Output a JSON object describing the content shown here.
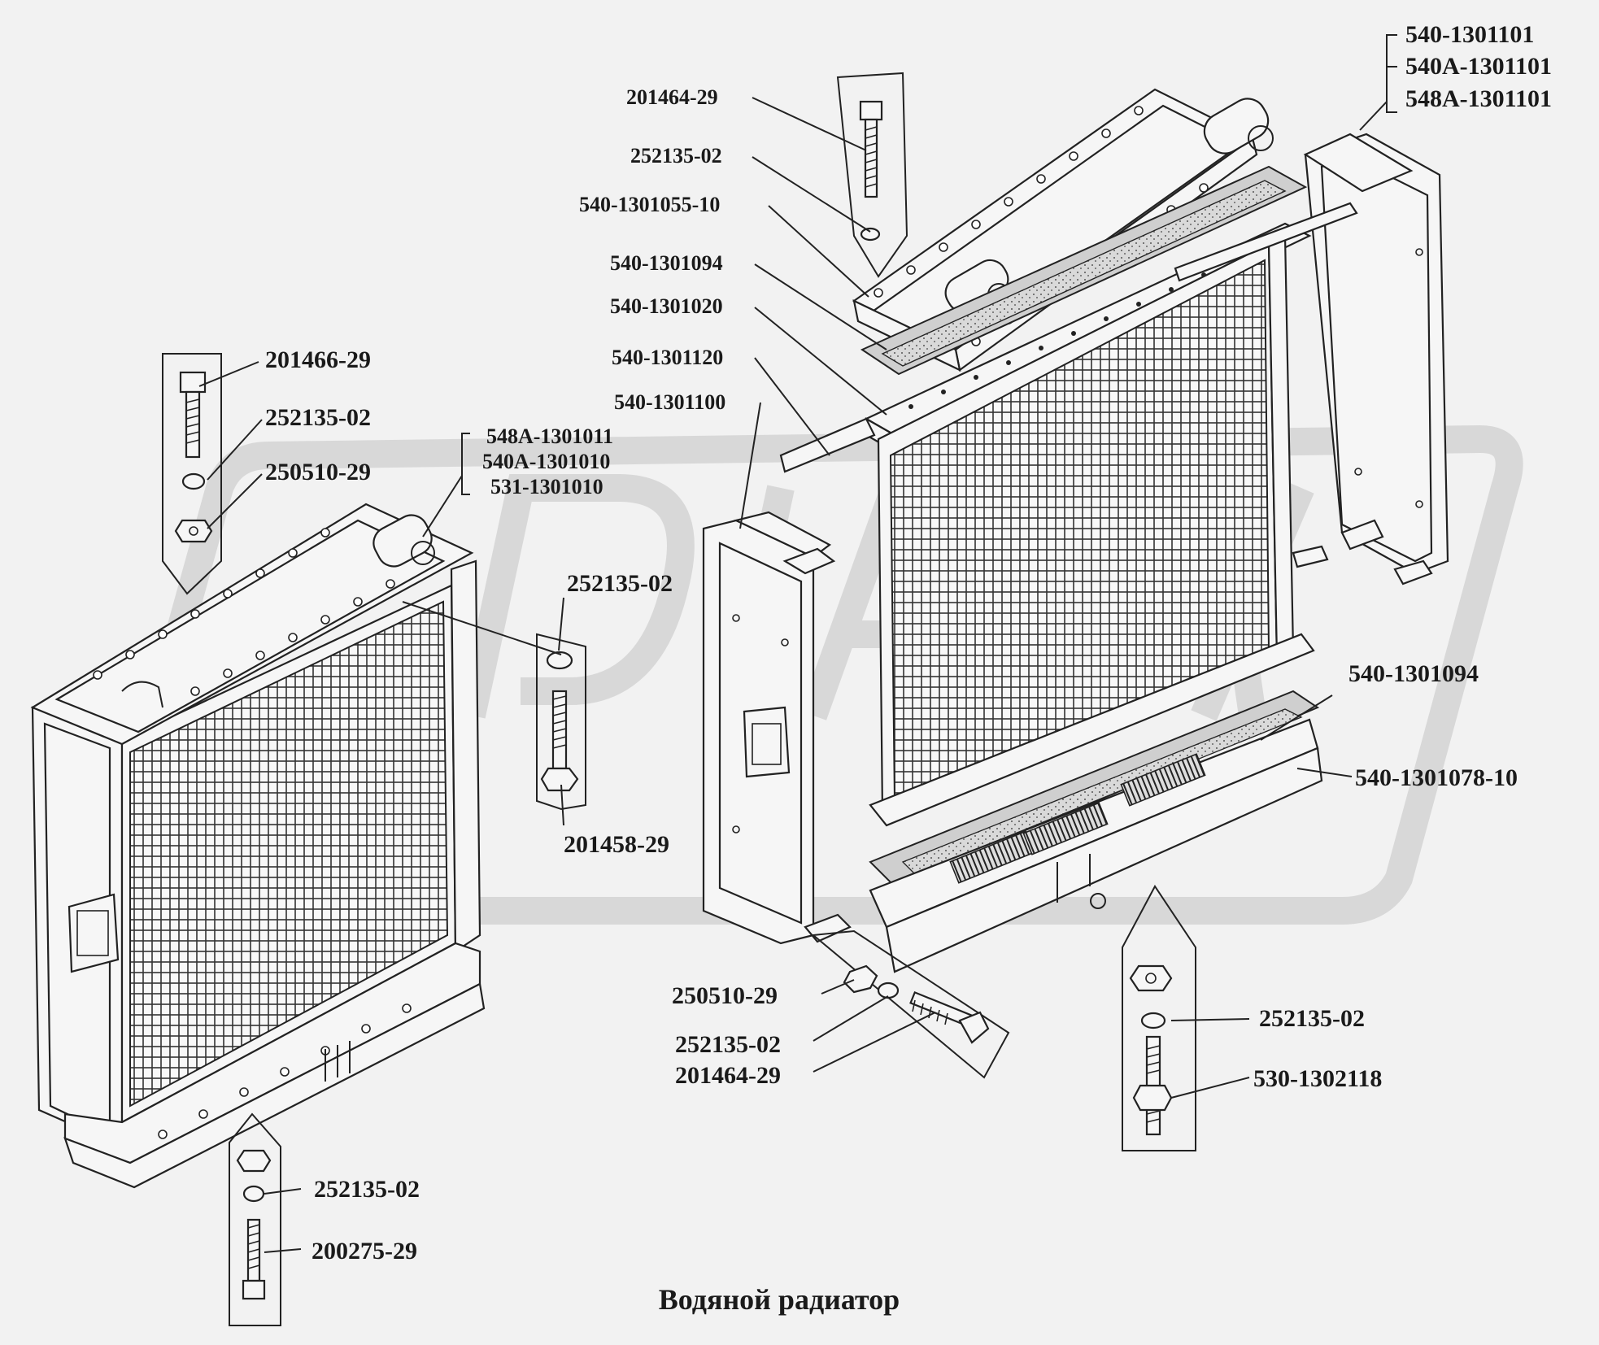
{
  "title": "Водяной радиатор",
  "watermark_color": "#d4d4d4",
  "callouts": {
    "c01": "201464-29",
    "c02": "252135-02",
    "c03": "540-1301055-10",
    "c04": "540-1301094",
    "c05": "540-1301020",
    "c06": "540-1301120",
    "c07": "540-1301100",
    "c08": "540-1301101",
    "c09": "540А-1301101",
    "c10": "548А-1301101",
    "c11": "201466-29",
    "c12": "252135-02",
    "c13": "250510-29",
    "c14": "548А-1301011",
    "c15": "540А-1301010",
    "c16": "531-1301010",
    "c17": "252135-02",
    "c18": "201458-29",
    "c19": "540-1301094",
    "c20": "540-1301078-10",
    "c21": "250510-29",
    "c22": "252135-02",
    "c23": "201464-29",
    "c24": "252135-02",
    "c25": "530-1302118",
    "c26": "252135-02",
    "c27": "200275-29"
  }
}
